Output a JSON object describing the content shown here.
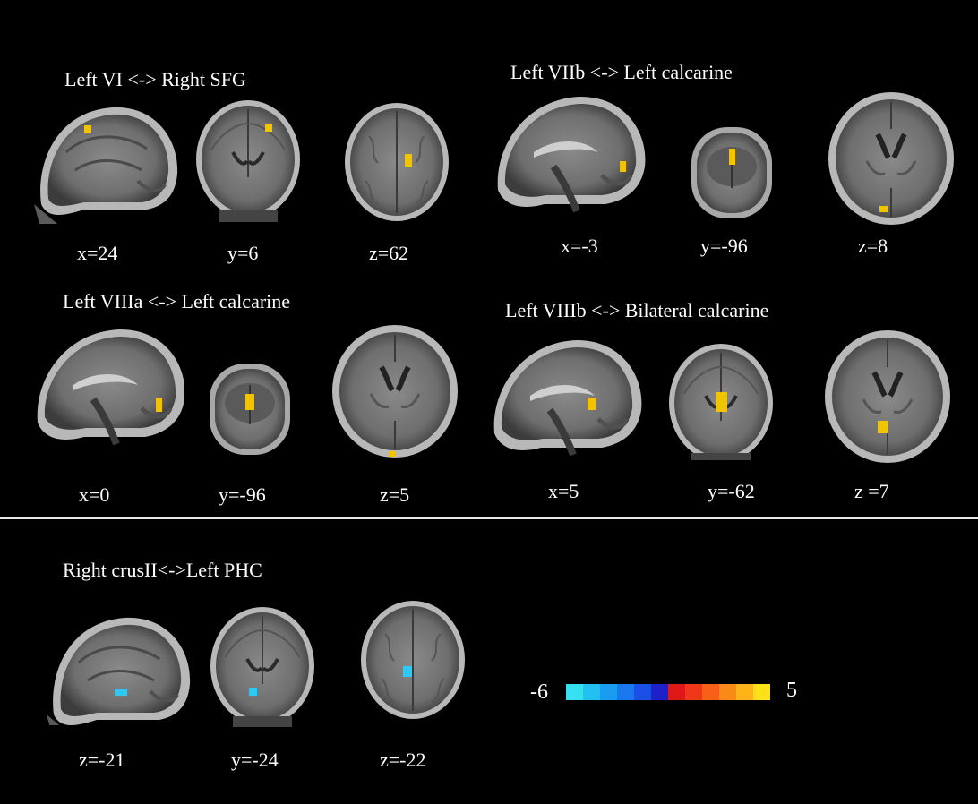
{
  "panels": [
    {
      "title": "Left VI <-> Right SFG",
      "coords": [
        "x=24",
        "y=6",
        "z=62"
      ]
    },
    {
      "title": "Left VIIb <-> Left calcarine",
      "coords": [
        "x=-3",
        "y=-96",
        "z=8"
      ]
    },
    {
      "title": "Left VIIIa <-> Left calcarine",
      "coords": [
        "x=0",
        "y=-96",
        "z=5"
      ]
    },
    {
      "title": "Left VIIIb <-> Bilateral calcarine",
      "coords": [
        "x=5",
        "y=-62",
        "z =7"
      ]
    },
    {
      "title": "Right crusII<->Left PHC",
      "coords": [
        "z=-21",
        "y=-24",
        "z=-22"
      ]
    }
  ],
  "colorbar": {
    "min_label": "-6",
    "max_label": "5",
    "colors": [
      "#35e0f0",
      "#22c0f0",
      "#1a9cf0",
      "#1a78ee",
      "#1a50e8",
      "#2020c8",
      "#e01818",
      "#f03818",
      "#f86018",
      "#fa8a18",
      "#fcb418",
      "#fce018"
    ]
  },
  "blob_colors": {
    "positive": "#f2c400",
    "negative": "#2ec8f2"
  }
}
